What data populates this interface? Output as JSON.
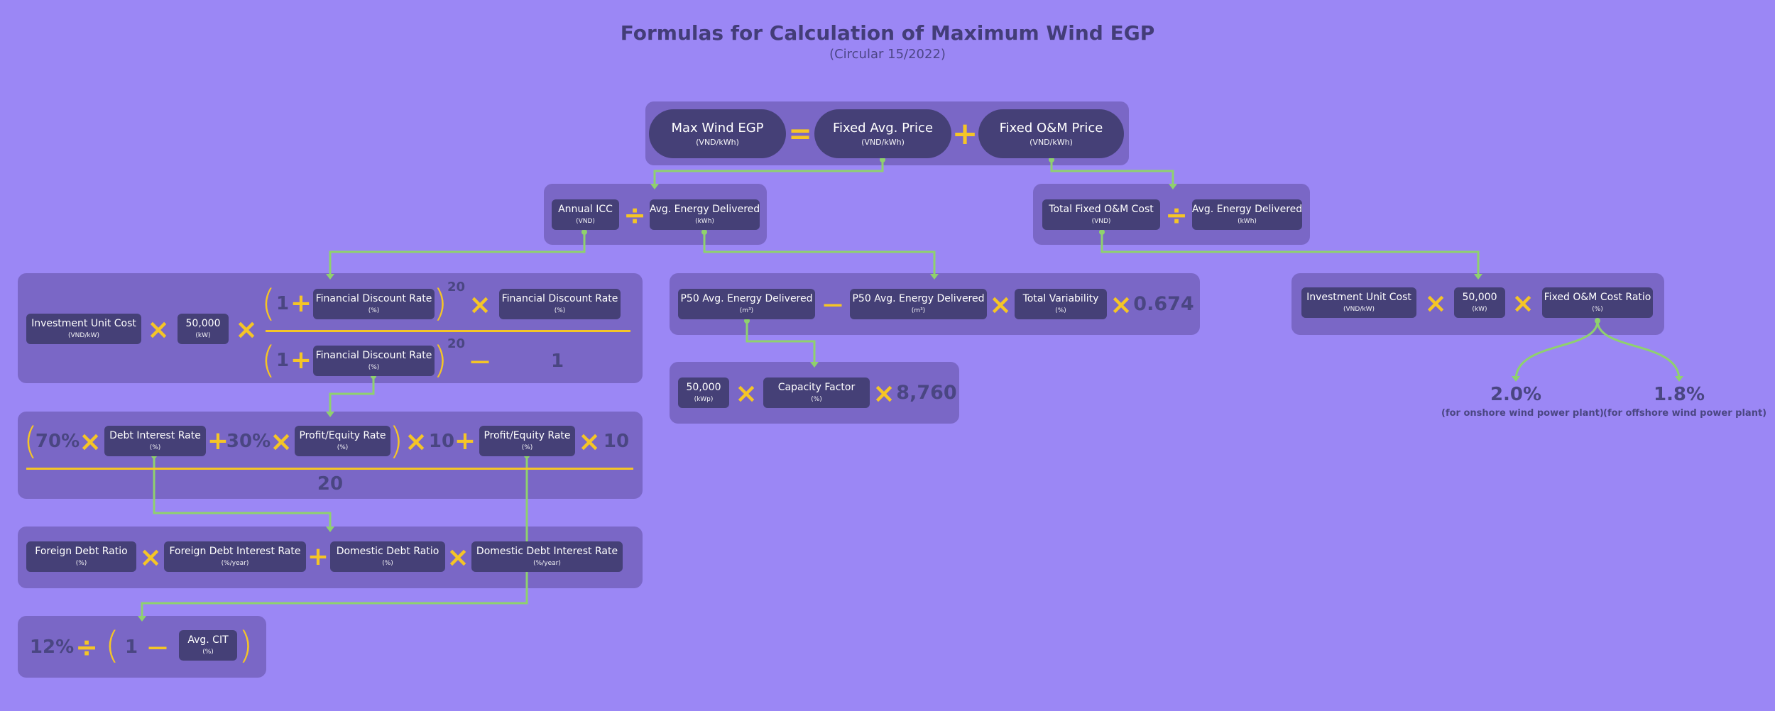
{
  "header": {
    "title": "Formulas for Calculation of Maximum Wind EGP",
    "subtitle": "(Circular 15/2022)"
  },
  "colors": {
    "background": "#9b87f5",
    "panel": "#7a67c6",
    "box": "#454077",
    "operator": "#f5c526",
    "connector": "#8fd16e",
    "number": "#4a4682"
  },
  "row1": {
    "max_egp": {
      "label": "Max Wind EGP",
      "unit": "(VND/kWh)"
    },
    "eq": "=",
    "fixed_avg_price": {
      "label": "Fixed Avg. Price",
      "unit": "(VND/kWh)"
    },
    "plus": "+",
    "fixed_om_price": {
      "label": "Fixed O&M Price",
      "unit": "(VND/kWh)"
    }
  },
  "row2": {
    "annual_icc": {
      "label": "Annual ICC",
      "unit": "(VND)"
    },
    "div1": "÷",
    "avg_energy_1": {
      "label": "Avg. Energy Delivered",
      "unit": "(kWh)"
    },
    "total_fixed_om": {
      "label": "Total Fixed O&M Cost",
      "unit": "(VND)"
    },
    "div2": "÷",
    "avg_energy_2": {
      "label": "Avg. Energy Delivered",
      "unit": "(kWh)"
    }
  },
  "icc_formula": {
    "investment_unit_cost": {
      "label": "Investment Unit Cost",
      "unit": "(VND/kW)"
    },
    "times1": "×",
    "capacity": {
      "label": "50,000",
      "unit": "(kW)"
    },
    "times2": "×",
    "one_a": "1",
    "plus_a": "+",
    "fdr_a": {
      "label": "Financial Discount Rate",
      "unit": "(%)"
    },
    "exp_a": "20",
    "times3": "×",
    "fdr_b": {
      "label": "Financial Discount Rate",
      "unit": "(%)"
    },
    "one_b": "1",
    "plus_b": "+",
    "fdr_c": {
      "label": "Financial Discount Rate",
      "unit": "(%)"
    },
    "exp_b": "20",
    "minus": "—",
    "one_c": "1"
  },
  "energy_formula": {
    "p50_a": {
      "label": "P50 Avg. Energy Delivered",
      "unit": "(m³)"
    },
    "minus": "—",
    "p50_b": {
      "label": "P50 Avg. Energy Delivered",
      "unit": "(m³)"
    },
    "times1": "×",
    "total_variability": {
      "label": "Total Variability",
      "unit": "(%)"
    },
    "times2": "×",
    "factor": "0.674"
  },
  "p50_formula": {
    "capacity": {
      "label": "50,000",
      "unit": "(kWp)"
    },
    "times1": "×",
    "capacity_factor": {
      "label": "Capacity Factor",
      "unit": "(%)"
    },
    "times2": "×",
    "hours": "8,760"
  },
  "om_formula": {
    "investment_unit_cost": {
      "label": "Investment Unit Cost",
      "unit": "(VND/kW)"
    },
    "times1": "×",
    "capacity": {
      "label": "50,000",
      "unit": "(kW)"
    },
    "times2": "×",
    "om_ratio": {
      "label": "Fixed O&M Cost Ratio",
      "unit": "(%)"
    },
    "onshore": {
      "value": "2.0%",
      "desc": "(for onshore wind power plant)"
    },
    "offshore": {
      "value": "1.8%",
      "desc": "(for offshore wind power plant)"
    }
  },
  "discount_formula": {
    "pct_70": "70%",
    "times1": "×",
    "debt_interest": {
      "label": "Debt Interest Rate",
      "unit": "(%)"
    },
    "plus1": "+",
    "pct_30": "30%",
    "times2": "×",
    "profit_equity_a": {
      "label": "Profit/Equity Rate",
      "unit": "(%)"
    },
    "times3": "×",
    "ten_a": "10",
    "plus2": "+",
    "profit_equity_b": {
      "label": "Profit/Equity Rate",
      "unit": "(%)"
    },
    "times4": "×",
    "ten_b": "10",
    "denominator": "20"
  },
  "debt_formula": {
    "foreign_ratio": {
      "label": "Foreign Debt Ratio",
      "unit": "(%)"
    },
    "times1": "×",
    "foreign_rate": {
      "label": "Foreign Debt Interest Rate",
      "unit": "(%/year)"
    },
    "plus": "+",
    "domestic_ratio": {
      "label": "Domestic Debt Ratio",
      "unit": "(%)"
    },
    "times2": "×",
    "domestic_rate": {
      "label": "Domestic Debt Interest Rate",
      "unit": "(%/year)"
    }
  },
  "profit_formula": {
    "pct_12": "12%",
    "div": "÷",
    "one": "1",
    "minus": "—",
    "avg_cit": {
      "label": "Avg. CIT",
      "unit": "(%)"
    }
  }
}
